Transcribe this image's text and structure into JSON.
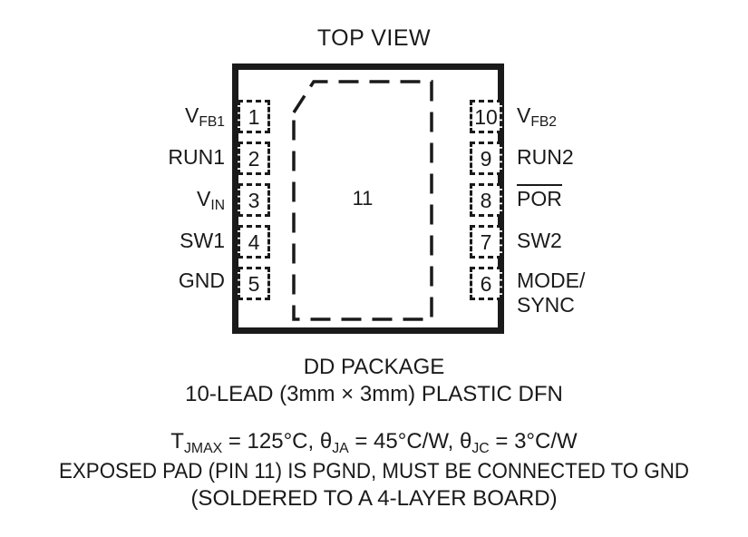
{
  "diagram": {
    "title": "TOP VIEW",
    "exposed_pad": {
      "pin_number": "11"
    },
    "pins_left": [
      {
        "number": "1",
        "name_main": "V",
        "name_sub": "FB1",
        "overline": false
      },
      {
        "number": "2",
        "name_main": "RUN1",
        "name_sub": "",
        "overline": false
      },
      {
        "number": "3",
        "name_main": "V",
        "name_sub": "IN",
        "overline": false
      },
      {
        "number": "4",
        "name_main": "SW1",
        "name_sub": "",
        "overline": false
      },
      {
        "number": "5",
        "name_main": "GND",
        "name_sub": "",
        "overline": false
      }
    ],
    "pins_right": [
      {
        "number": "10",
        "name_main": "V",
        "name_sub": "FB2",
        "overline": false
      },
      {
        "number": "9",
        "name_main": "RUN2",
        "name_sub": "",
        "overline": false
      },
      {
        "number": "8",
        "name_main": "POR",
        "name_sub": "",
        "overline": true
      },
      {
        "number": "7",
        "name_main": "SW2",
        "name_sub": "",
        "overline": false
      },
      {
        "number": "6",
        "name_main": "MODE/",
        "name_main2": "SYNC",
        "name_sub": "",
        "overline": false
      }
    ]
  },
  "caption": {
    "package_name": "DD PACKAGE",
    "package_desc": "10-LEAD (3mm × 3mm) PLASTIC DFN",
    "thermal": {
      "tjmax_symbol": "T",
      "tjmax_sub": "JMAX",
      "tjmax_value": " = 125°C, ",
      "theta_ja_symbol": "θ",
      "theta_ja_sub": "JA",
      "theta_ja_value": " = 45°C/W, ",
      "theta_jc_symbol": "θ",
      "theta_jc_sub": "JC",
      "theta_jc_value": " = 3°C/W"
    },
    "note_line1": "EXPOSED PAD (PIN 11) IS PGND, MUST BE CONNECTED TO GND",
    "note_line2": "(SOLDERED TO A 4-LAYER BOARD)"
  },
  "colors": {
    "ink": "#1a1a1a",
    "background": "#ffffff"
  }
}
